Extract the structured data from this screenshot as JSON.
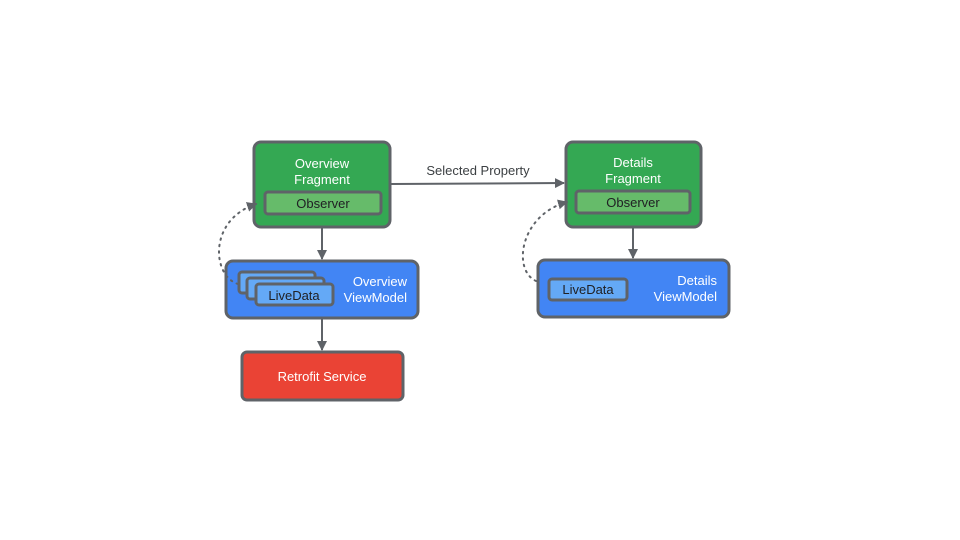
{
  "colors": {
    "fragment": "#34a853",
    "observer": "#66bb6a",
    "viewmodel": "#4285f4",
    "livedata": "#64a9f6",
    "service": "#ea4335",
    "stroke": "#5f6368",
    "text_on_dark": "#ffffff",
    "text_on_light": "#202124",
    "edge_label": "#3c4043"
  },
  "nodes": {
    "overview_fragment": {
      "line1": "Overview",
      "line2": "Fragment"
    },
    "overview_observer": {
      "label": "Observer"
    },
    "overview_viewmodel": {
      "line1": "Overview",
      "line2": "ViewModel"
    },
    "overview_livedata": {
      "label": "LiveData"
    },
    "retrofit_service": {
      "label": "Retrofit Service"
    },
    "details_fragment": {
      "line1": "Details",
      "line2": "Fragment"
    },
    "details_observer": {
      "label": "Observer"
    },
    "details_viewmodel": {
      "line1": "Details",
      "line2": "ViewModel"
    },
    "details_livedata": {
      "label": "LiveData"
    }
  },
  "edges": {
    "selected_property": {
      "label": "Selected Property"
    }
  }
}
